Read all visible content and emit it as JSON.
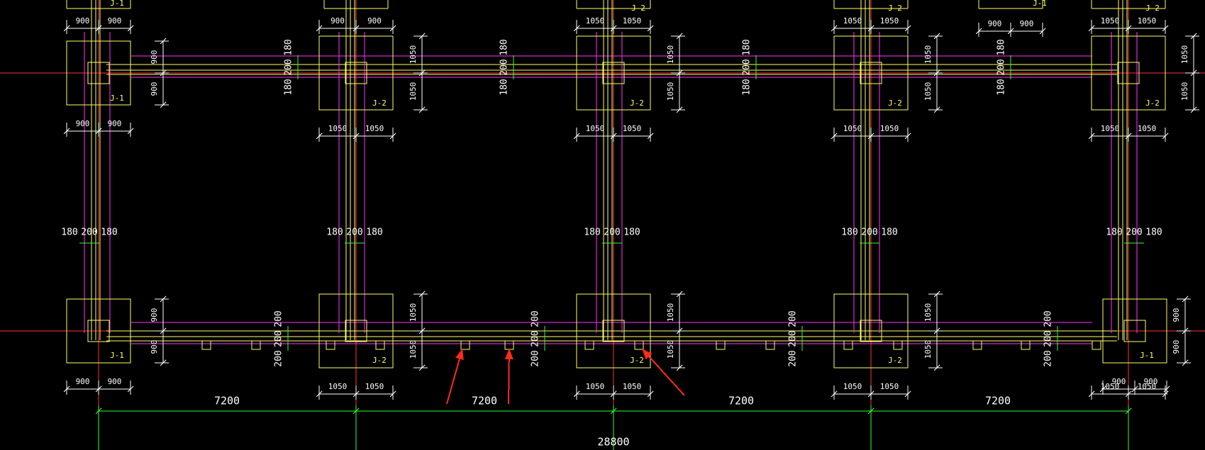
{
  "colors": {
    "background": "#000000",
    "footing": "#FFFF66",
    "wall": "#FF33FF",
    "axis": "#FF3333",
    "dimension": "#FFFFFF",
    "overall_dimension": "#33FF33",
    "arrow": "#FF2A1A"
  },
  "labels": {
    "j1": "J-1",
    "j2": "J-2"
  },
  "dims": {
    "d900": "900",
    "d1050": "1050",
    "d180": "180",
    "d200": "200",
    "d7200": "7200",
    "d28800": "28800"
  },
  "icons": {
    "arrow": "annotation-arrow-icon"
  }
}
